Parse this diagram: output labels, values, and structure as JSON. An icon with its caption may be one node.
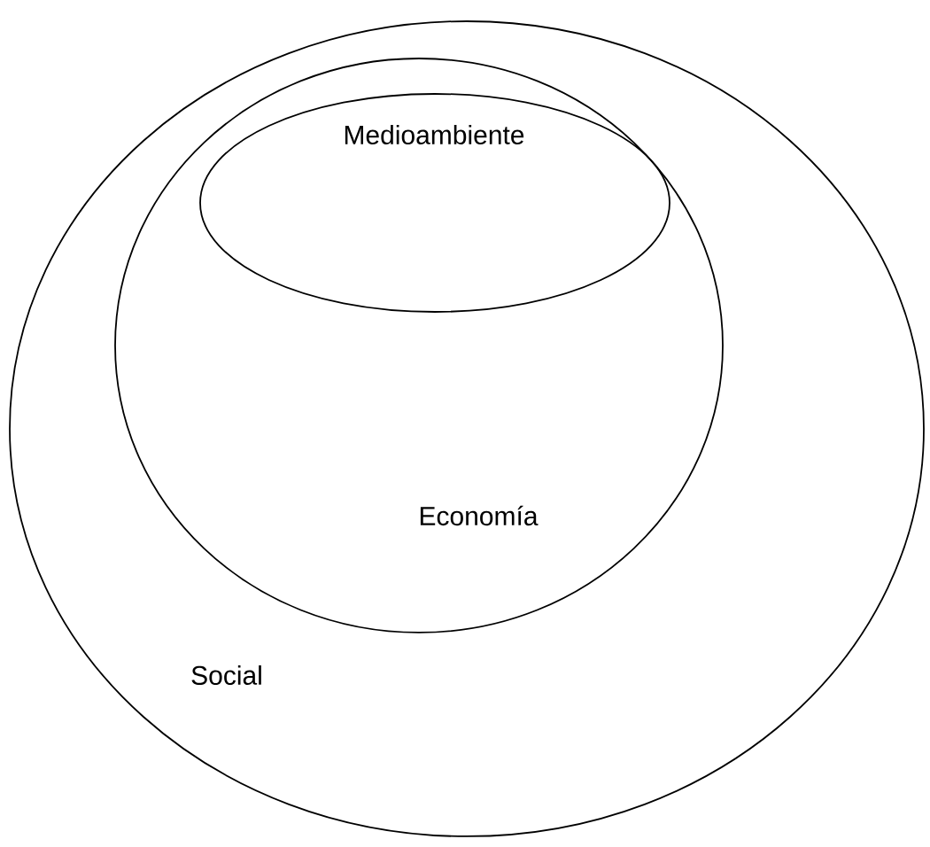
{
  "diagram": {
    "nodes": [
      {
        "text": [
          "Social"
        ]
      },
      {
        "text": [
          "Economía"
        ],
        "in": 0
      },
      {
        "text": [
          "Medioambiente"
        ],
        "in": 1
      }
    ]
  }
}
